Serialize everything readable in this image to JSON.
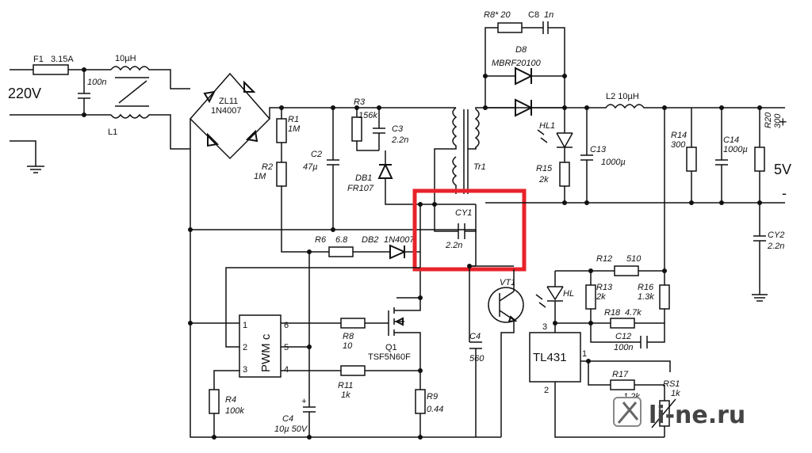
{
  "input": {
    "voltage": "220V"
  },
  "output": {
    "voltage": "5V",
    "plus": "+",
    "minus": "-"
  },
  "components": {
    "f1": "F1",
    "f1_value": "3.15A",
    "l1_ind": "10µH",
    "l1": "L1",
    "cap_in": "100n",
    "zl11": "ZL11",
    "zl11_part": "1N4007",
    "r1": "R1",
    "r1_value": "1M",
    "r2": "R2",
    "r2_value": "1M",
    "c2": "C2",
    "c2_value": "47µ",
    "r3": "R3",
    "r3_value": "156k",
    "c3": "C3",
    "c3_value": "2.2n",
    "db1": "DB1",
    "db1_part": "FR107",
    "tr1": "Tr1",
    "r8s": "R8* 20",
    "c8": "C8",
    "c8_value": "1n",
    "d8": "D8",
    "d8_part": "MBRF20100",
    "l2": "L2 10µH",
    "hl1": "HL1",
    "c13": "C13",
    "c13_value": "1000µ",
    "r15": "R15",
    "r15_value": "2k",
    "r14": "R14",
    "r14_value": "300",
    "c14": "C14",
    "c14_value": "1000µ",
    "r20": "R20",
    "r20_value": "300",
    "cy1": "CY1",
    "cy1_value": "2.2n",
    "cy2": "CY2",
    "cy2_value": "2.2n",
    "r6": "R6",
    "r6_value": "6.8",
    "db2": "DB2",
    "db2_part": "1N4007",
    "vt1": "VT1",
    "hl": "HL",
    "r12": "R12",
    "r12_value": "510",
    "r13": "R13",
    "r13_value": "2k",
    "r16": "R16",
    "r16_value": "1.3k",
    "r18": "R18",
    "r18_value": "4.7k",
    "c12": "C12",
    "c12_value": "100n",
    "tl431": "TL431",
    "tl_pin3": "3",
    "tl_pin1": "1",
    "tl_pin2": "2",
    "r17": "R17",
    "r17_value": "1.2k",
    "rs1": "RS1",
    "rs1_value": "1k",
    "pwm": "PWM c",
    "pin1": "1",
    "pin2": "2",
    "pin3": "3",
    "pin4": "4",
    "pin5": "5",
    "pin6": "6",
    "r8": "R8",
    "r8_value": "10",
    "q1": "Q1",
    "q1_part": "TSF5N60F",
    "r11": "R11",
    "r11_value": "1k",
    "r9": "R9",
    "r9_value": "0.44",
    "c4a": "C4",
    "c4a_value": "560",
    "r4": "R4",
    "r4_value": "100k",
    "c4b": "C4",
    "c4b_value": "10µ 50V",
    "plus_mark": "+"
  },
  "watermark": {
    "text": "li-ne.ru",
    "icon": "wrench-screwdriver-icon"
  },
  "highlight": {
    "color": "#e8232b"
  }
}
